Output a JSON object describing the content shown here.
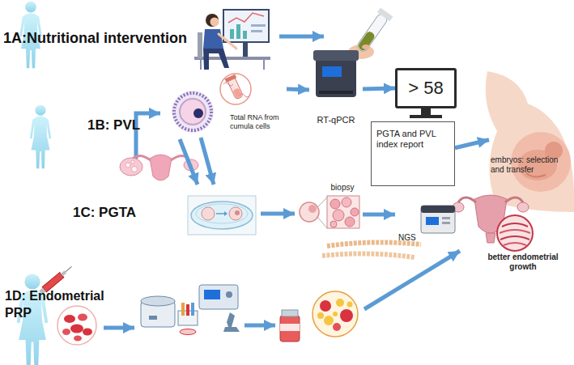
{
  "diagram": {
    "nodes": [
      {
        "text": [
          "Total RNA from cumula cells"
        ]
      },
      {
        "text": [
          "RT-qPCR"
        ]
      },
      {
        "text": [
          "> 58"
        ]
      },
      {
        "text": [
          "PGTA and PVL index report"
        ]
      },
      {
        "text": [
          "embryos: selection and transfer"
        ]
      },
      {
        "text": [
          "biopsy"
        ]
      },
      {
        "text": [
          "NGS"
        ]
      },
      {
        "text": [
          "better endometrial growth"
        ]
      }
    ],
    "edges": [
      {
        "from": 0,
        "to": 1,
        "arrow": "to"
      },
      {
        "from": 1,
        "to": 2,
        "arrow": "to"
      },
      {
        "from": 3,
        "to": 4,
        "arrow": "to"
      },
      {
        "from": 5,
        "to": 6,
        "arrow": "to"
      }
    ],
    "labels": [
      "1A:Nutritional intervention",
      "1B: PVL",
      "1C: PGTA",
      "1D: Endometrial PRP"
    ]
  }
}
